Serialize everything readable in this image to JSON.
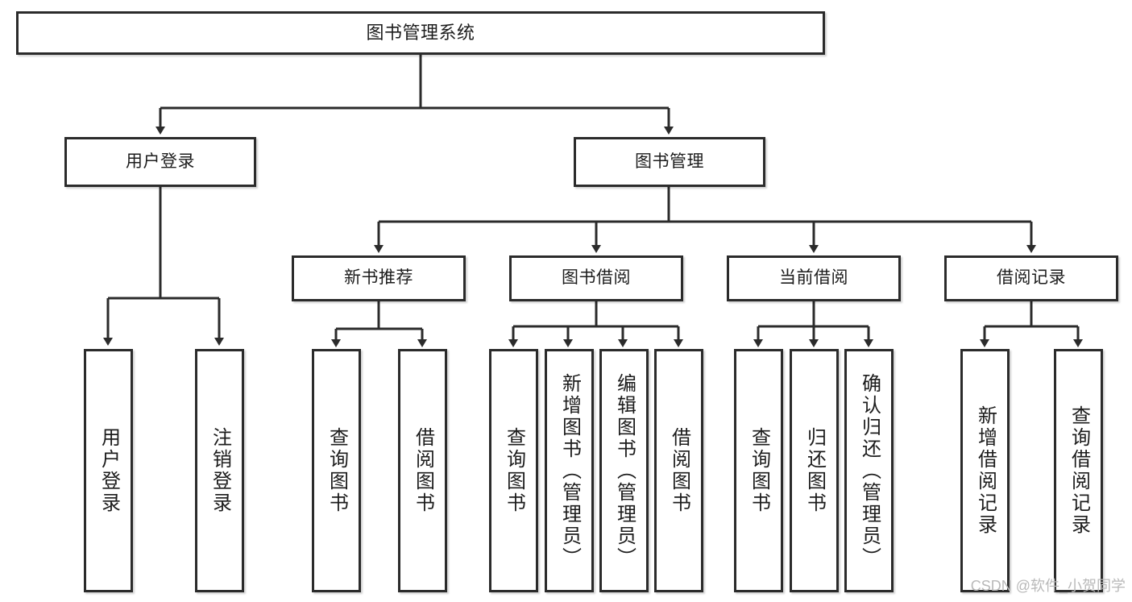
{
  "diagram": {
    "title": "图书管理系统",
    "type": "tree",
    "watermark": "CSDN @软件_小贺同学",
    "colors": {
      "box_border": "#2b2b2b",
      "box_fill": "#ffffff",
      "connector": "#2b2b2b",
      "text": "#1c1c1c",
      "watermark": "#b9b9b9"
    },
    "levels": {
      "root": {
        "label": "图书管理系统"
      },
      "level2": [
        {
          "label": "用户登录"
        },
        {
          "label": "图书管理"
        }
      ],
      "level3": [
        {
          "label": "新书推荐"
        },
        {
          "label": "图书借阅"
        },
        {
          "label": "当前借阅"
        },
        {
          "label": "借阅记录"
        }
      ],
      "leaves": {
        "user_login": [
          {
            "label": "用户登录"
          },
          {
            "label": "注销登录"
          }
        ],
        "new_book_recommend": [
          {
            "label": "查询图书"
          },
          {
            "label": "借阅图书"
          }
        ],
        "book_borrow": [
          {
            "label": "查询图书"
          },
          {
            "label": "新增图书（管理员）"
          },
          {
            "label": "编辑图书（管理员）"
          },
          {
            "label": "借阅图书"
          }
        ],
        "current_borrow": [
          {
            "label": "查询图书"
          },
          {
            "label": "归还图书"
          },
          {
            "label": "确认归还（管理员）"
          }
        ],
        "borrow_record": [
          {
            "label": "新增借阅记录"
          },
          {
            "label": "查询借阅记录"
          }
        ]
      }
    }
  }
}
